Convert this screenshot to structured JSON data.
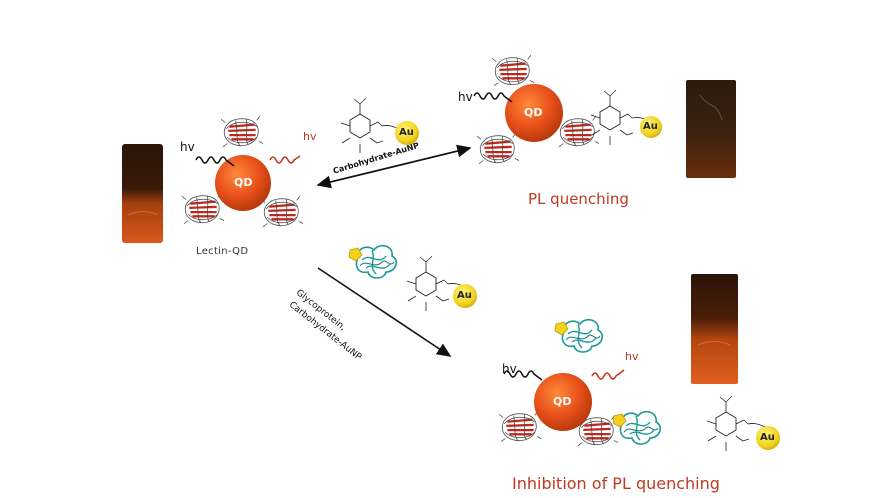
{
  "labels": {
    "lectin_qd": "Lectin-QD",
    "pl_quenching": "PL quenching",
    "inhibition": "Inhibition of PL quenching",
    "arrow_carbohydrate": "Carbohydrate-AuNP",
    "arrow_glycoprotein_1": "Glycoprotein,",
    "arrow_glycoprotein_2": "Carbohydrate-AuNP",
    "qd": "QD",
    "au": "Au",
    "hv": "hv"
  },
  "colors": {
    "qd": "#e8501a",
    "qd_dark": "#c23a0e",
    "au": "#f2d21b",
    "protein_red": "#c0281e",
    "protein_teal": "#1b9a9a",
    "text_red": "#c0391f",
    "vial_glow": "#d9581c"
  }
}
